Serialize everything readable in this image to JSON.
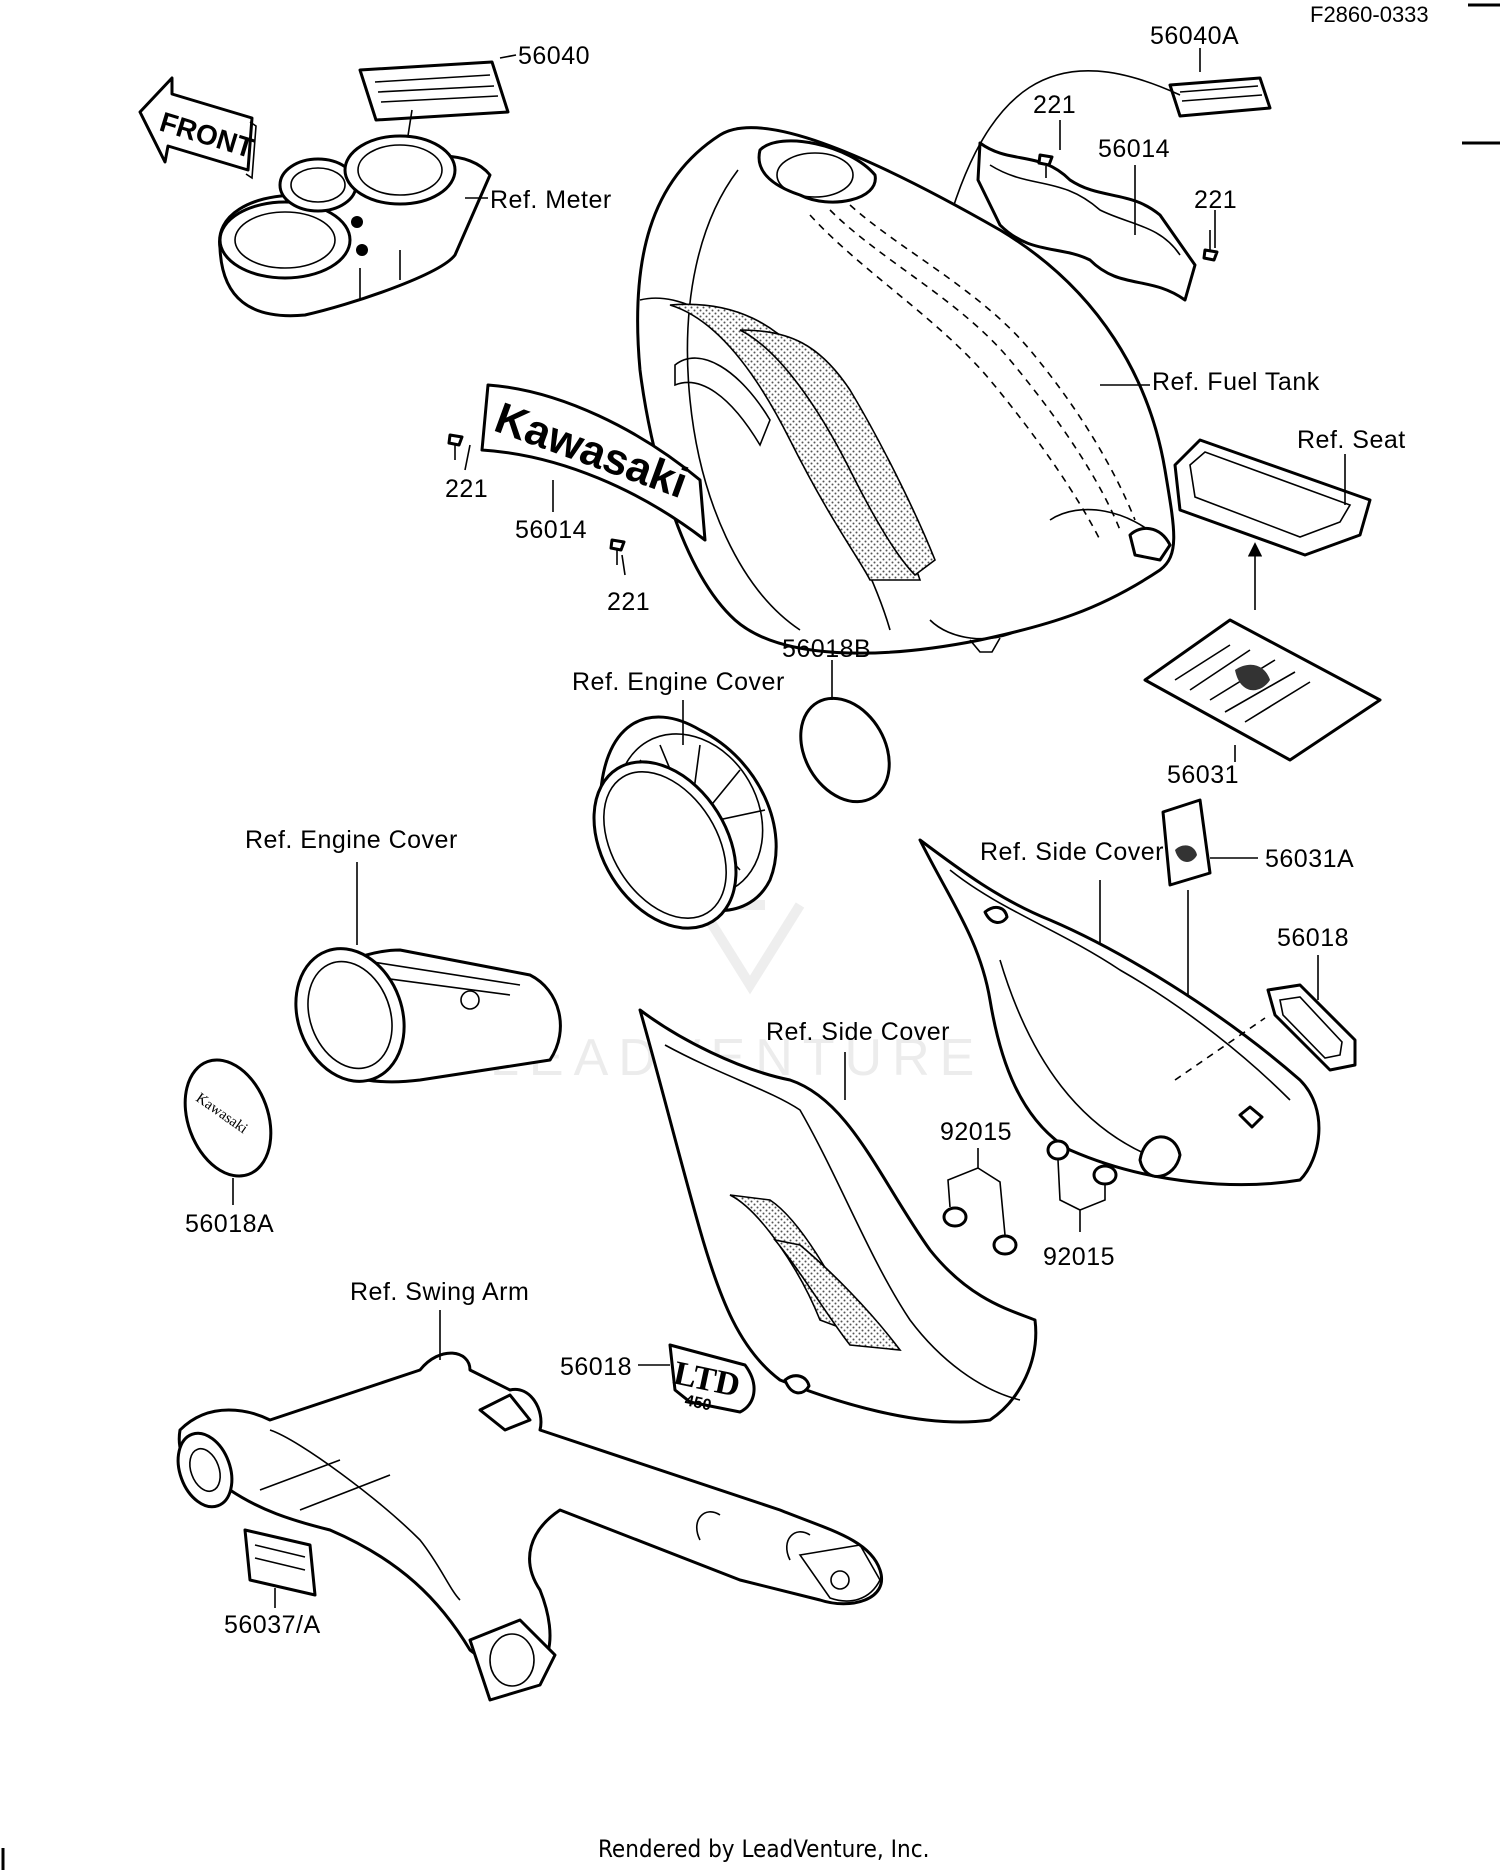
{
  "doc_code": "F2860-0333",
  "credit": "Rendered by LeadVenture, Inc.",
  "watermark": "LEADVENTURE",
  "front_sign": "FRONT",
  "brand_emblem": "Kawasaki",
  "ltd_emblem": "LTD",
  "ltd_sub": "450",
  "labels": {
    "l56040": "56040",
    "l56040A": "56040A",
    "l221_top": "221",
    "l56014_top": "56014",
    "l221_right": "221",
    "ref_meter": "Ref. Meter",
    "ref_fuel_tank": "Ref. Fuel Tank",
    "ref_seat": "Ref. Seat",
    "l221_left_a": "221",
    "l56014_left": "56014",
    "l221_left_b": "221",
    "l56018B": "56018B",
    "ref_engine_cover_1": "Ref. Engine Cover",
    "l56031": "56031",
    "ref_side_cover_1": "Ref. Side Cover",
    "l56031A": "56031A",
    "ref_engine_cover_2": "Ref. Engine Cover",
    "l56018_right": "56018",
    "ref_side_cover_2": "Ref. Side Cover",
    "l92015_a": "92015",
    "l92015_b": "92015",
    "l56018A": "56018A",
    "ref_swing_arm": "Ref. Swing Arm",
    "l56018_mid": "56018",
    "l56037A": "56037/A"
  }
}
